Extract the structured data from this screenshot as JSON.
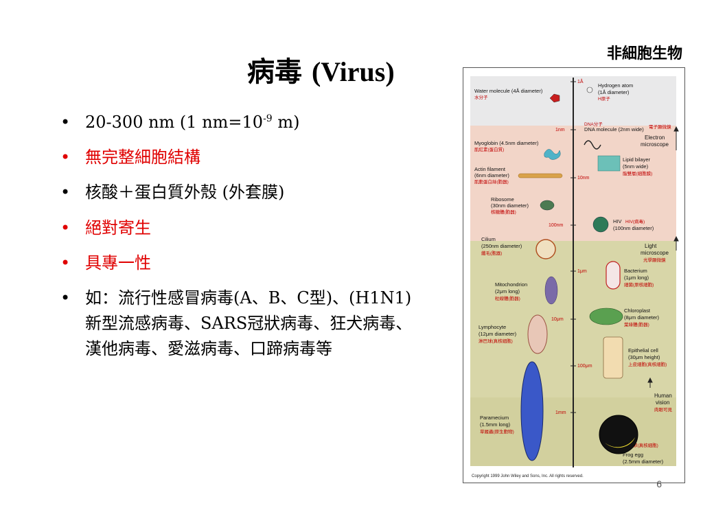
{
  "corner_label": "非細胞生物",
  "title": {
    "chinese": "病毒",
    "latin": "(Virus)"
  },
  "bullets": [
    {
      "text_before": "20-300 nm  (1 nm=10",
      "superscript": "-9",
      "text_after": " m)",
      "color": "#000000"
    },
    {
      "text": "無完整細胞結構",
      "color": "#e00000"
    },
    {
      "text": "核酸＋蛋白質外殼 (外套膜)",
      "color": "#000000"
    },
    {
      "text": "絕對寄生",
      "color": "#e00000"
    },
    {
      "text": "具專一性",
      "color": "#e00000"
    },
    {
      "text": "如：流行性感冒病毒(A、B、C型)、(H1N1)新型流感病毒、SARS冠狀病毒、狂犬病毒、漢他病毒、愛滋病毒、口蹄病毒等",
      "color": "#000000"
    }
  ],
  "figure": {
    "scale_labels": [
      "1Å",
      "1nm",
      "10nm",
      "100nm",
      "1μm",
      "10μm",
      "100μm",
      "1mm"
    ],
    "left_items": [
      {
        "name": "Water molecule  (4Å diameter)",
        "zh": "水分子"
      },
      {
        "name": "Myoglobin (4.5nm diameter)",
        "zh": "肌紅素(蛋白質)"
      },
      {
        "name": "Actin filament",
        "sub": "(6nm diameter)",
        "zh": "肌動蛋白絲(胞器)"
      },
      {
        "name": "Ribosome",
        "sub": "(30nm diameter)",
        "zh": "核糖體(胞器)"
      },
      {
        "name": "Cilium",
        "sub": "(250nm diameter)",
        "zh": "纖毛(胞器)"
      },
      {
        "name": "Mitochondrion",
        "sub": "(2μm long)",
        "zh": "粒線體(胞器)"
      },
      {
        "name": "Lymphocyte",
        "sub": "(12μm diameter)",
        "zh": "淋巴球(真核細胞)"
      },
      {
        "name": "Paramecium",
        "sub": "(1.5mm long)",
        "zh": "草履蟲(原生動物)"
      }
    ],
    "right_items": [
      {
        "name": "Hydrogen atom",
        "sub": "(1Å diameter)",
        "zh": "H原子"
      },
      {
        "name": "DNA molecule  (2nm wide)",
        "zh": "DNA分子"
      },
      {
        "name": "Lipid bilayer",
        "sub": "(5nm wide)",
        "zh": "脂雙層(細胞膜)"
      },
      {
        "name": "HIV",
        "sub": "(100nm diameter)",
        "zh": "HIV(病毒)"
      },
      {
        "name": "Bacterium",
        "sub": "(1μm long)",
        "zh": "細菌(原核細胞)"
      },
      {
        "name": "Chloroplast",
        "sub": "(8μm diameter)",
        "zh": "葉綠體(胞器)"
      },
      {
        "name": "Epithelial cell",
        "sub": "(30μm height)",
        "zh": "上皮細胞(真核細胞)"
      },
      {
        "name": "Frog egg",
        "sub": "(2.5mm diameter)",
        "zh": "青蛙卵(真核細胞)"
      }
    ],
    "zones": [
      {
        "name": "Electron",
        "name2": "microscope",
        "zh": "電子顯微鏡"
      },
      {
        "name": "Light",
        "name2": "microscope",
        "zh": "光學顯微鏡"
      },
      {
        "name": "Human",
        "name2": "vision",
        "zh": "肉眼可見"
      }
    ],
    "copyright": "Copyright 1999 John Wiley and Sons, Inc. All rights reserved."
  },
  "page_number": "6"
}
